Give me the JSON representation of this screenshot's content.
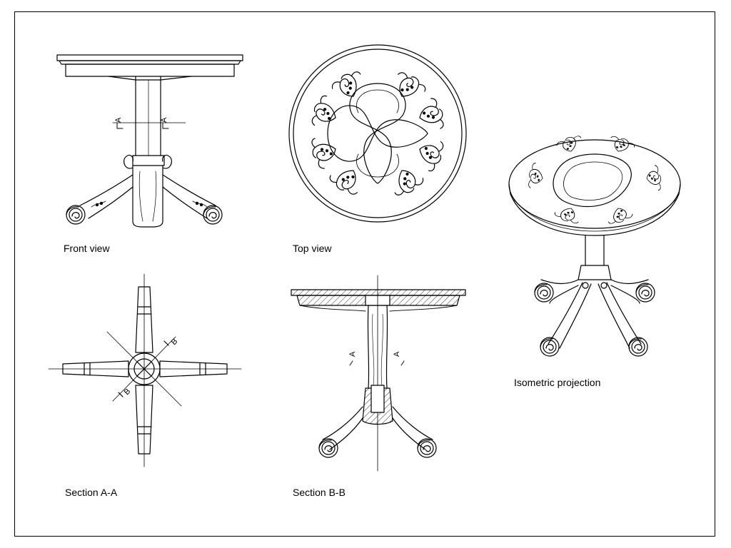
{
  "captions": {
    "front": "Front view",
    "top": "Top view",
    "iso": "Isometric projection",
    "sectionA": "Section A-A",
    "sectionB": "Section B-B"
  },
  "marks": {
    "a": "A",
    "b": "B"
  },
  "colors": {
    "line": "#000000",
    "paper": "#ffffff"
  }
}
